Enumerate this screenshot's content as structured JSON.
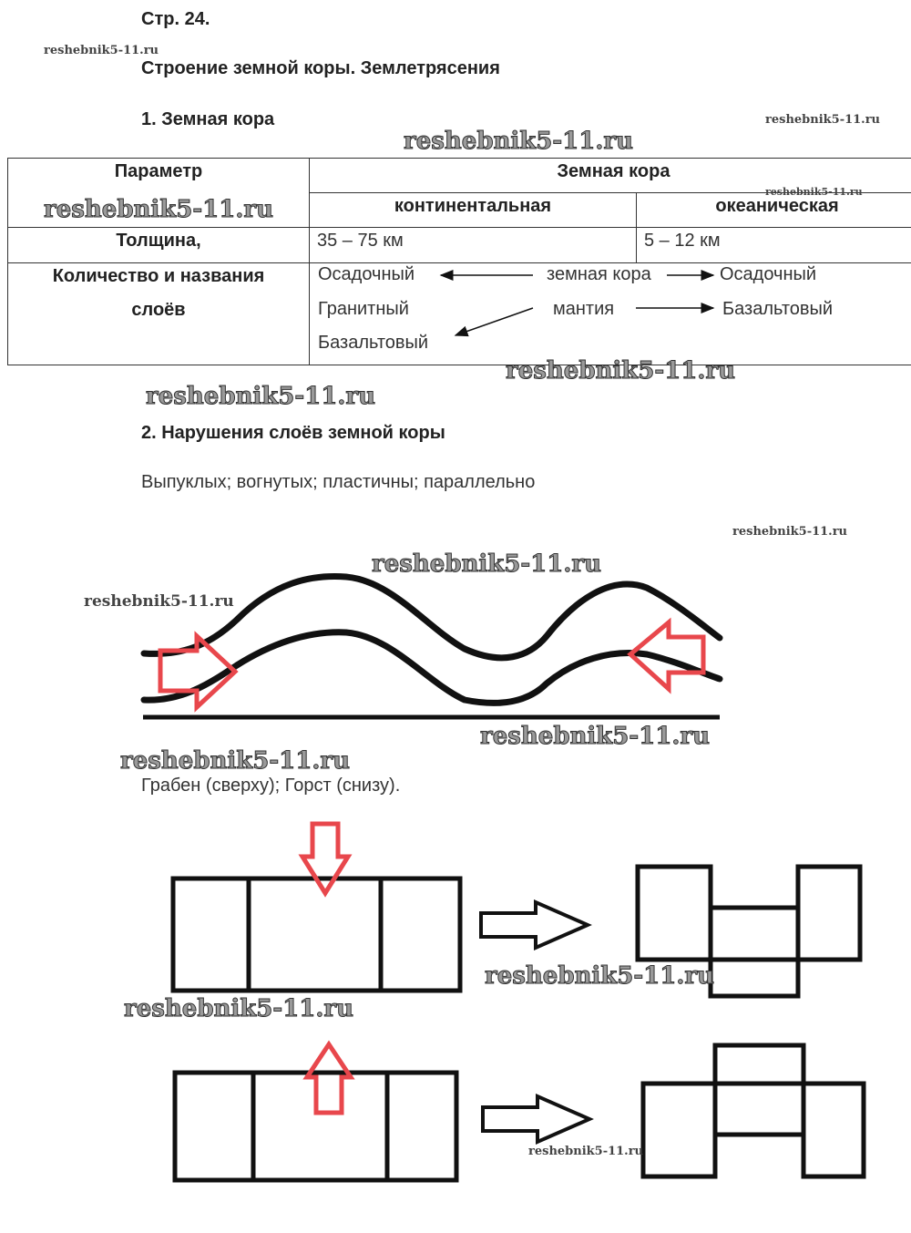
{
  "page_label": "Стр. 24.",
  "title": "Строение земной коры. Землетрясения",
  "section1": {
    "heading": "1. Земная кора",
    "table": {
      "col_param": "Параметр",
      "col_crust": "Земная кора",
      "col_cont": "континентальная",
      "col_ocean": "океаническая",
      "row_thickness": {
        "label": "Толщина,",
        "cont": "35 – 75 км",
        "ocean": "5 – 12 км"
      },
      "row_layers": {
        "label_line1": "Количество и названия",
        "label_line2": "слоёв",
        "cont_layers": [
          "Осадочный",
          "Гранитный",
          "Базальтовый"
        ],
        "middle_items": [
          "земная кора",
          "мантия"
        ],
        "ocean_layers": [
          "Осадочный",
          "Базальтовый"
        ]
      }
    }
  },
  "section2": {
    "heading": "2. Нарушения слоёв земной коры",
    "answer1": "Выпуклых; вогнутых; пластичны; параллельно",
    "answer2": "Грабен (сверху); Горст (снизу)."
  },
  "watermark": "reshebnik5-11.ru",
  "colors": {
    "arrow_red": "#e8474c",
    "line": "#111111"
  }
}
